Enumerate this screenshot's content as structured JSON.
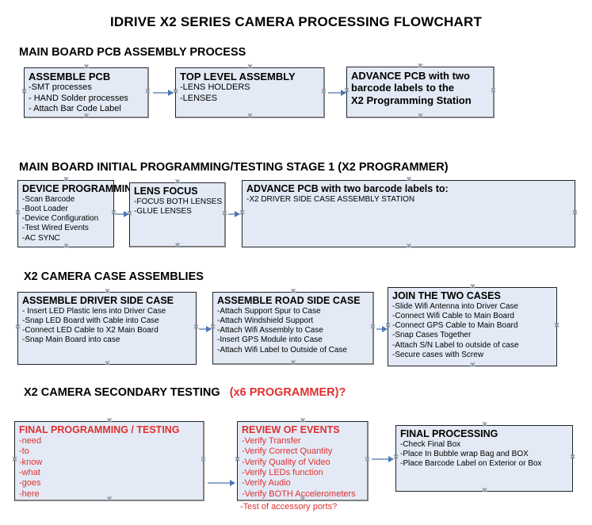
{
  "document": {
    "title": "IDRIVE X2  SERIES CAMERA PROCESSING FLOWCHART"
  },
  "colors": {
    "box_fill": "#e3eaf5",
    "box_border": "#20252c",
    "box_shadow": "#808080",
    "connector": "#8fa9c6",
    "arrow_head": "#4a77b5",
    "text": "#000000",
    "red_text": "#e03030"
  },
  "sections": [
    {
      "heading": "MAIN BOARD PCB ASSEMBLY PROCESS",
      "heading_red": "",
      "boxes": [
        {
          "title": "ASSEMBLE PCB",
          "items": [
            "-SMT processes",
            "- HAND Solder processes",
            "- Attach Bar Code Label"
          ]
        },
        {
          "title": "TOP LEVEL ASSEMBLY",
          "items": [
            "-LENS HOLDERS",
            "-LENSES"
          ]
        },
        {
          "title": "ADVANCE PCB with two",
          "items": [
            "barcode labels to the",
            " X2 Programming Station"
          ]
        }
      ]
    },
    {
      "heading": "MAIN BOARD INITIAL PROGRAMMING/TESTING STAGE 1 (X2 PROGRAMMER)",
      "heading_red": "",
      "boxes": [
        {
          "title": "DEVICE PROGRAMMING",
          "items": [
            "-Scan Barcode",
            "-Boot Loader",
            "-Device Configuration",
            "-Test Wired Events",
            "-AC SYNC"
          ]
        },
        {
          "title": "LENS FOCUS",
          "items": [
            "-FOCUS BOTH LENSES",
            "-GLUE LENSES"
          ]
        },
        {
          "title": "ADVANCE PCB with two barcode labels to:",
          "items": [
            "-X2 DRIVER  SIDE  CASE  ASSEMBLY STATION"
          ]
        }
      ]
    },
    {
      "heading": "X2 CAMERA CASE ASSEMBLIES",
      "heading_red": "",
      "boxes": [
        {
          "title": "ASSEMBLE DRIVER SIDE CASE",
          "items": [
            "- Insert LED Plastic lens into Driver Case",
            "-Snap LED Board with Cable into Case",
            "-Connect LED Cable to X2 Main Board",
            "-Snap Main Board into case"
          ]
        },
        {
          "title": "ASSEMBLE ROAD SIDE CASE",
          "items": [
            "-Attach Support Spur to Case",
            "-Attach Windshield Support",
            "-Attach Wifi Assembly to Case",
            "-Insert GPS Module into Case",
            "-Attach Wifi Label to Outside of Case"
          ]
        },
        {
          "title": "JOIN THE TWO CASES",
          "items": [
            "-Slide Wifi Antenna into Driver Case",
            "-Connect Wifi Cable to Main Board",
            "-Connect GPS Cable to Main Board",
            "-Snap Cases Together",
            "-Attach S/N Label to outside of case",
            "-Secure cases with Screw"
          ]
        }
      ]
    },
    {
      "heading": "X2 CAMERA SECONDARY TESTING",
      "heading_red": "(x6 PROGRAMMER)?",
      "boxes": [
        {
          "title": "FINAL PROGRAMMING / TESTING",
          "items": [
            "-need",
            "-to",
            "-know",
            "-what",
            "-goes",
            "-here"
          ]
        },
        {
          "title": "REVIEW OF EVENTS",
          "items": [
            "-Verify Transfer",
            "-Verify Correct Quantity",
            "-Verify Quality of Video",
            "-Verify LEDs function",
            "-Verify Audio",
            "-Verify BOTH Accelerometers"
          ],
          "overflow_item": "-Test of accessory ports?"
        },
        {
          "title": "FINAL PROCESSING",
          "items": [
            "-Check Final Box",
            "-Place In Bubble wrap Bag and BOX",
            "-Place Barcode Label on Exterior or Box"
          ]
        }
      ]
    }
  ]
}
